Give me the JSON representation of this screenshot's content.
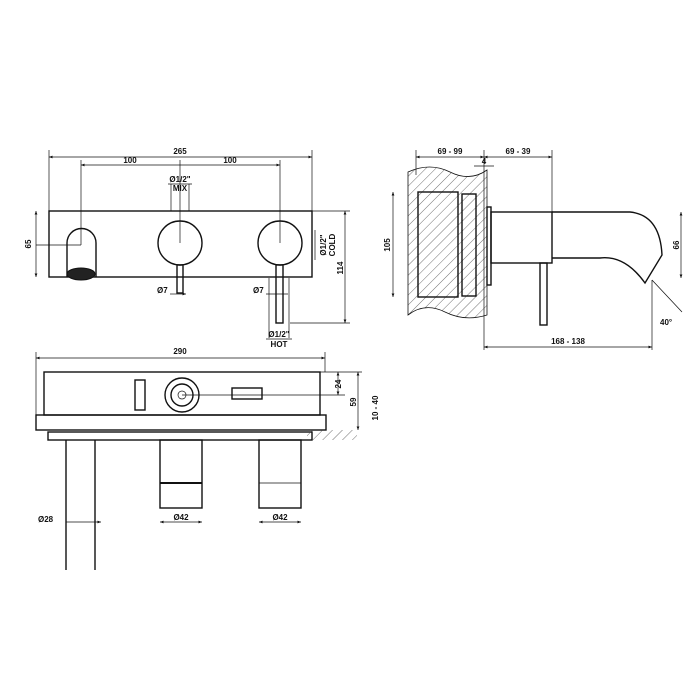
{
  "front_view": {
    "overall_width": "265",
    "spacing_left": "100",
    "spacing_right": "100",
    "mix_size": "Ø1/2\"",
    "mix_label": "MIX",
    "spout_height": "65",
    "cold_size": "Ø1/2\"",
    "cold_label": "COLD",
    "height": "114",
    "lever_dia_1": "Ø7",
    "lever_dia_2": "Ø7",
    "hot_size": "Ø1/2\"",
    "hot_label": "HOT"
  },
  "top_view": {
    "overall_width": "290",
    "depth_1": "24",
    "depth_2": "59",
    "plaster_range": "10 - 40",
    "spout_dia": "Ø28",
    "handle_dia_1": "Ø42",
    "handle_dia_2": "Ø42"
  },
  "side_view": {
    "wall_range": "69 - 99",
    "projection_range": "69 - 39",
    "plate": "4",
    "height": "105",
    "spout_height": "66",
    "angle": "40°",
    "reach": "168 - 138"
  }
}
